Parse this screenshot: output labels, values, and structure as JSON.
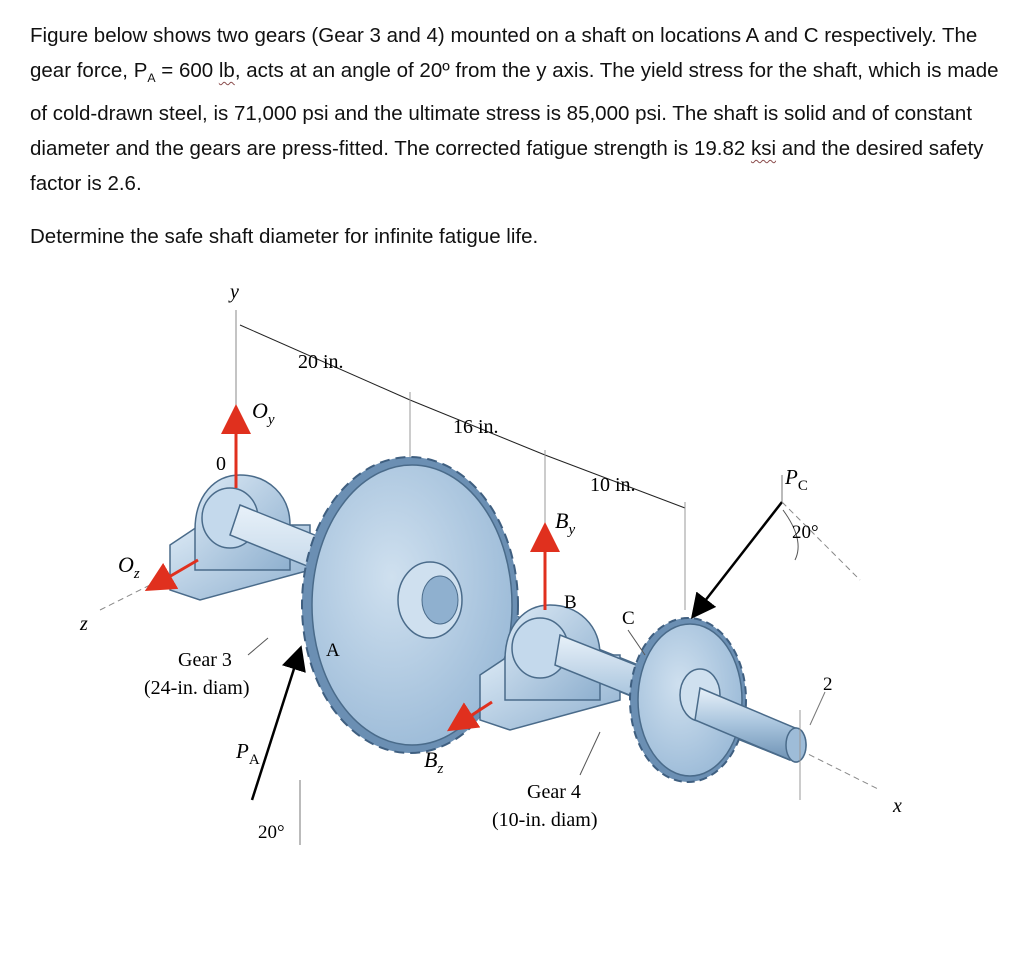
{
  "problem": {
    "intro_part1": "Figure below shows two gears (Gear 3 and 4) mounted on a shaft on locations A and C respectively. The gear force, P",
    "intro_sub": "A",
    "intro_eq": " = 600 ",
    "intro_unit": "lb",
    "intro_part2": ", acts at an angle of 20º from the y axis. The yield stress for the shaft, which is made of cold-drawn steel, is 71,000 psi and the ultimate stress is 85,000 psi. The shaft is solid and of constant diameter and the gears are press-fitted. The corrected fatigue strength is 19.82 ",
    "intro_ksi": "ksi",
    "intro_part3": " and the desired safety factor is 2.6.",
    "question": "Determine the safe shaft diameter for infinite fatigue life."
  },
  "figure": {
    "axis_y": "y",
    "axis_z": "z",
    "axis_x": "x",
    "origin": "0",
    "oy_main": "O",
    "oy_sub": "y",
    "oz_main": "O",
    "oz_sub": "z",
    "by_main": "B",
    "by_sub": "y",
    "bz_main": "B",
    "bz_sub": "z",
    "dim_20": "20 in.",
    "dim_16": "16 in.",
    "dim_10": "10 in.",
    "label_A": "A",
    "label_B": "B",
    "label_C": "C",
    "label_2": "2",
    "gear3_name": "Gear 3",
    "gear3_diam": "(24-in. diam)",
    "gear4_name": "Gear 4",
    "gear4_diam": "(10-in. diam)",
    "pa_main": "P",
    "pa_sub": "A",
    "pc_main": "P",
    "pc_sub": "C",
    "angle_a": "20°",
    "angle_c": "20°",
    "colors": {
      "force_red": "#e0301e",
      "part_blue": "#b9d3e8",
      "gear_blue": "#a9c6e0",
      "tooth_blue": "#6b8fb3"
    }
  }
}
